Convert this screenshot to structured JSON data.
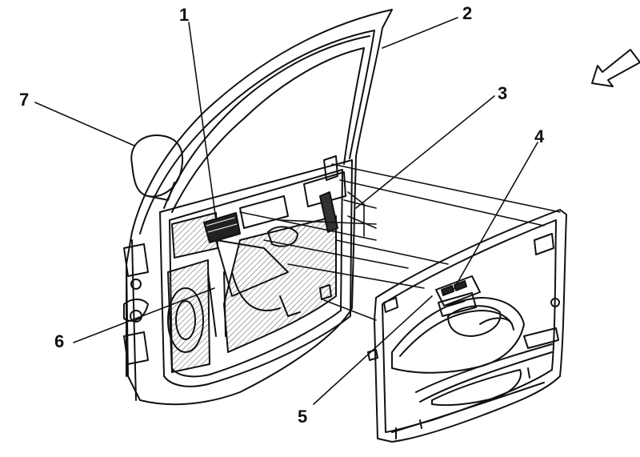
{
  "diagram": {
    "callouts": [
      {
        "id": "c1",
        "label": "1"
      },
      {
        "id": "c2",
        "label": "2"
      },
      {
        "id": "c3",
        "label": "3"
      },
      {
        "id": "c4",
        "label": "4"
      },
      {
        "id": "c5",
        "label": "5"
      },
      {
        "id": "c6",
        "label": "6"
      },
      {
        "id": "c7",
        "label": "7"
      }
    ],
    "direction_arrow_icon": "front-of-vehicle-arrow-icon",
    "colors": {
      "line": "#111111",
      "background": "#ffffff",
      "hatch": "#555555"
    }
  }
}
